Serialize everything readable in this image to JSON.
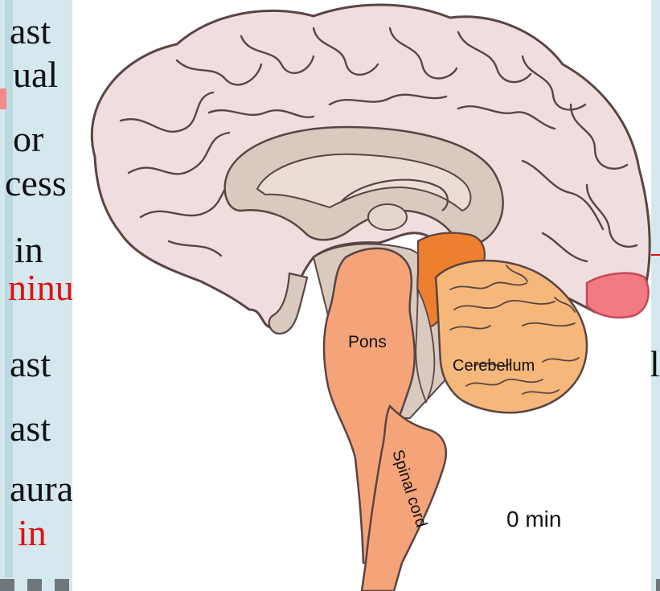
{
  "background_fragments": [
    {
      "id": "frag-1",
      "text": "ast",
      "color": "black"
    },
    {
      "id": "frag-2",
      "text": "ual",
      "color": "black"
    },
    {
      "id": "frag-3",
      "text": "or",
      "color": "black"
    },
    {
      "id": "frag-4",
      "text": "cess",
      "color": "black"
    },
    {
      "id": "frag-5",
      "text": "in",
      "color": "black"
    },
    {
      "id": "frag-6",
      "text": "ninu",
      "color": "red"
    },
    {
      "id": "frag-7",
      "text": "ast",
      "color": "black"
    },
    {
      "id": "frag-8",
      "text": "ast",
      "color": "black"
    },
    {
      "id": "frag-9",
      "text": "aura",
      "color": "black"
    },
    {
      "id": "frag-10",
      "text": "in",
      "color": "red"
    },
    {
      "id": "frag-right-1",
      "text": "l",
      "color": "black"
    }
  ],
  "diagram": {
    "labels": {
      "pons": "Pons",
      "cerebellum": "Cerebellum",
      "spinal_cord": "Spinal cord"
    },
    "timer": "0 min"
  },
  "colors": {
    "cortex_fill": "#f0dede",
    "cortex_outline": "#5a4444",
    "inner_brain": "#d8cabe",
    "pons": "#f5a47a",
    "cerebellum": "#f5b77a",
    "cerebellum_top": "#ee7f2e",
    "occipital_pole": "#f27a84",
    "slide_band": "#d4e8ee",
    "red_text": "#e01010"
  }
}
